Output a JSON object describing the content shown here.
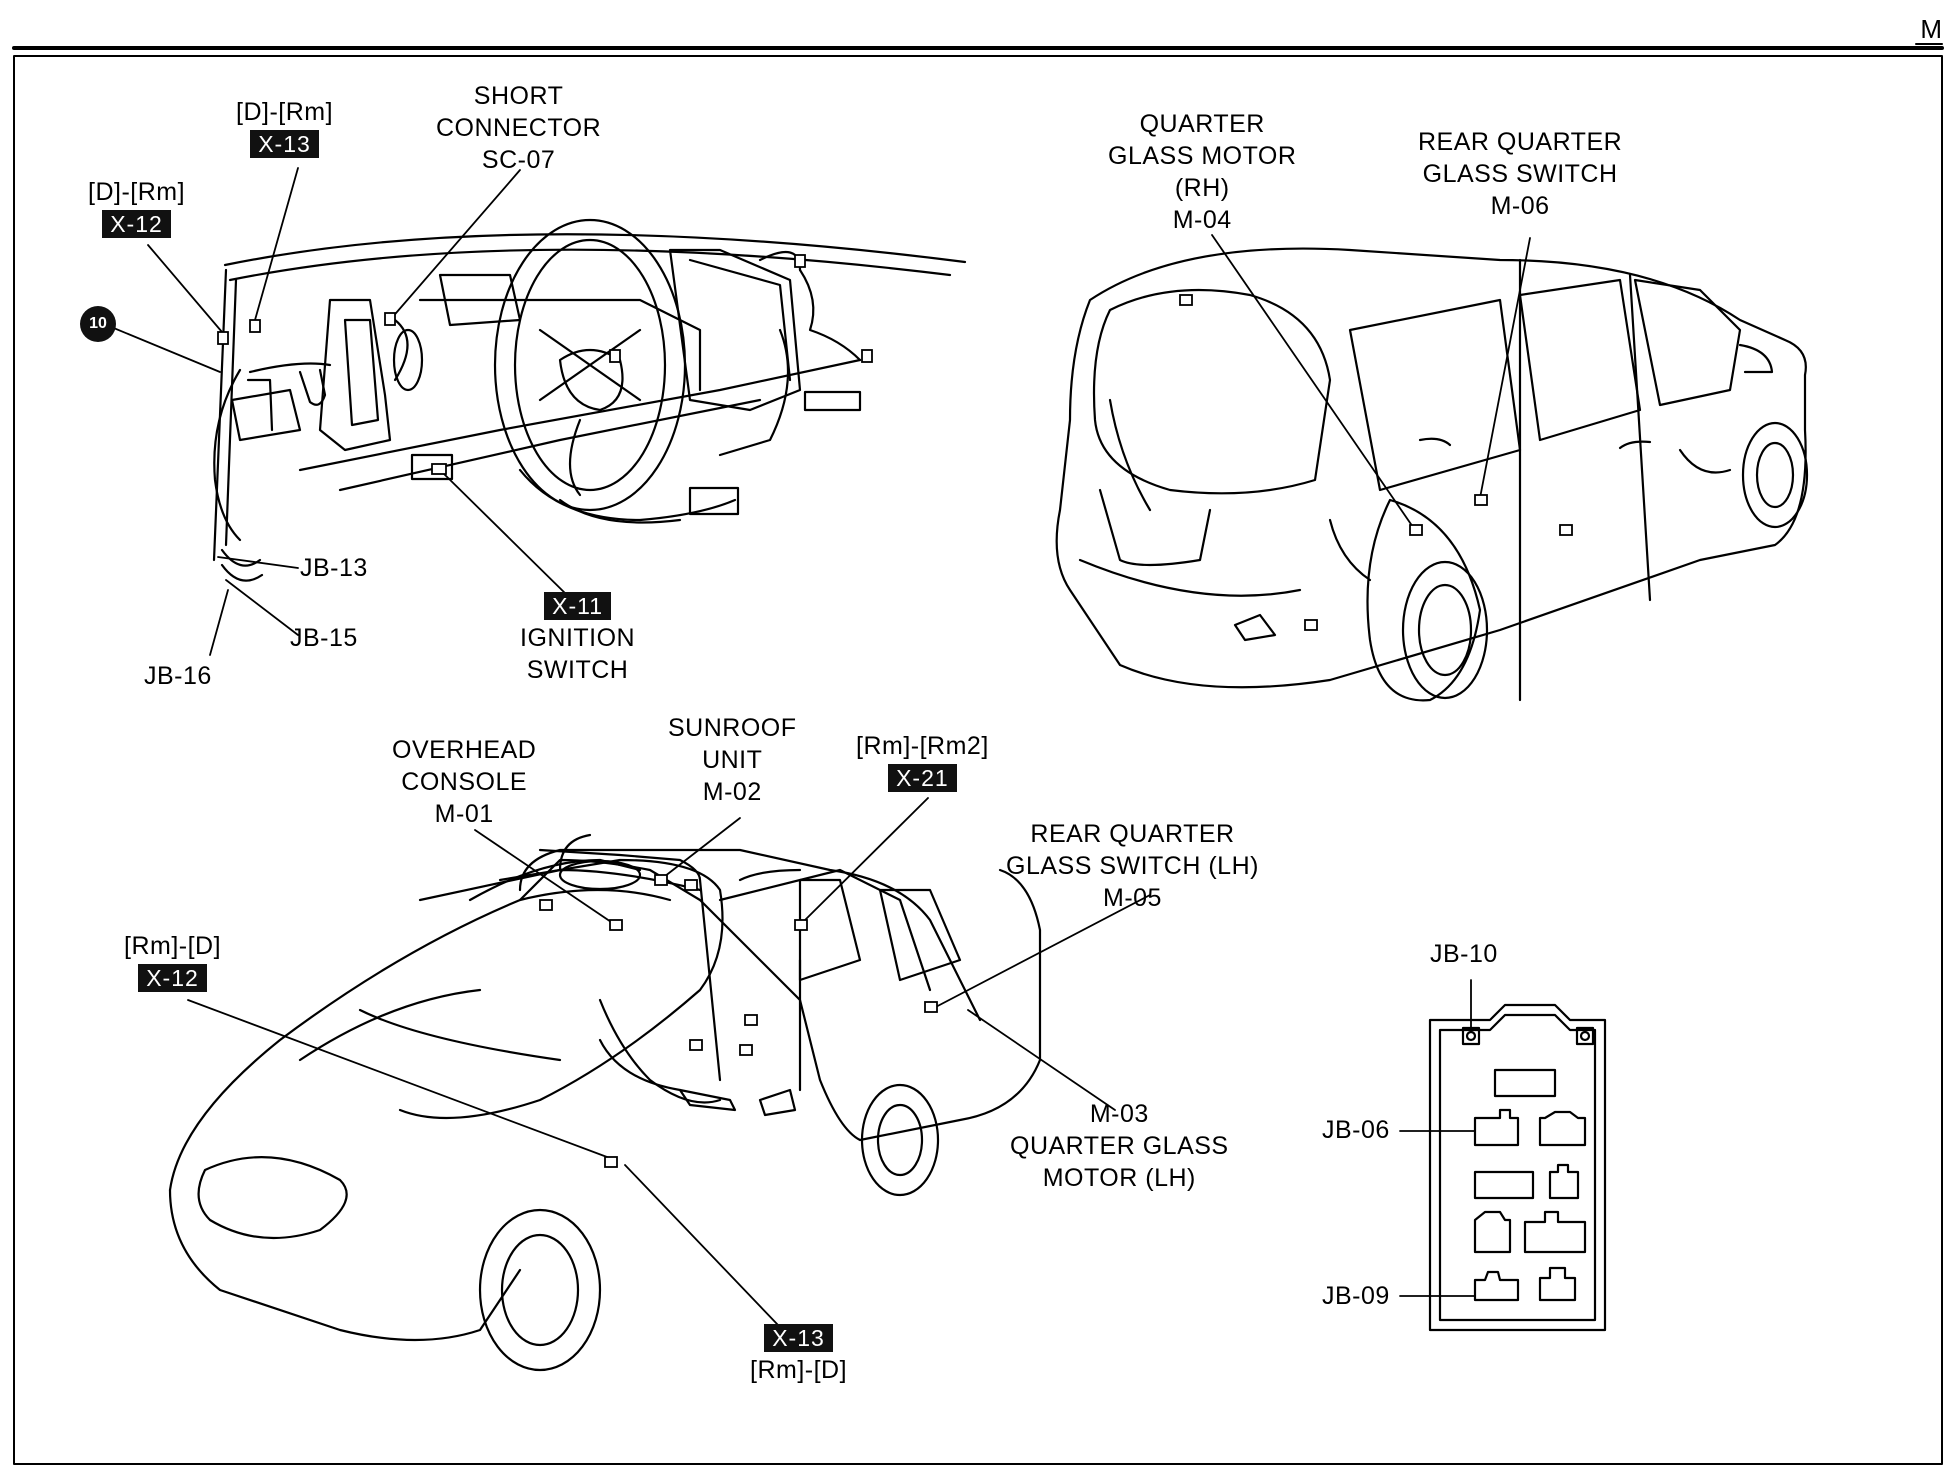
{
  "page_letter": "M",
  "callouts": {
    "d_rm_x13": {
      "conn": "[D]-[Rm]",
      "tag": "X-13"
    },
    "d_rm_x12": {
      "conn": "[D]-[Rm]",
      "tag": "X-12"
    },
    "short_connector": [
      "SHORT",
      "CONNECTOR",
      "SC-07"
    ],
    "badge_10": "10",
    "jb13": "JB-13",
    "jb15": "JB-15",
    "jb16": "JB-16",
    "ignition": {
      "tag": "X-11",
      "lines": [
        "IGNITION",
        "SWITCH"
      ]
    },
    "quarter_glass_motor_rh": [
      "QUARTER",
      "GLASS MOTOR",
      "(RH)",
      "M-04"
    ],
    "rear_quarter_glass_switch": [
      "REAR QUARTER",
      "GLASS SWITCH",
      "M-06"
    ],
    "overhead_console": [
      "OVERHEAD",
      "CONSOLE",
      "M-01"
    ],
    "sunroof_unit": [
      "SUNROOF",
      "UNIT",
      "M-02"
    ],
    "rm_rm2_x21": {
      "conn": "[Rm]-[Rm2]",
      "tag": "X-21"
    },
    "rear_quarter_glass_switch_lh": [
      "REAR QUARTER",
      "GLASS SWITCH (LH)",
      "M-05"
    ],
    "rm_d_x12": {
      "conn": "[Rm]-[D]",
      "tag": "X-12"
    },
    "quarter_glass_motor_lh": [
      "M-03",
      "QUARTER GLASS",
      "MOTOR (LH)"
    ],
    "rm_d_x13": {
      "tag": "X-13",
      "conn": "[Rm]-[D]"
    },
    "jb10": "JB-10",
    "jb06": "JB-06",
    "jb09": "JB-09"
  }
}
